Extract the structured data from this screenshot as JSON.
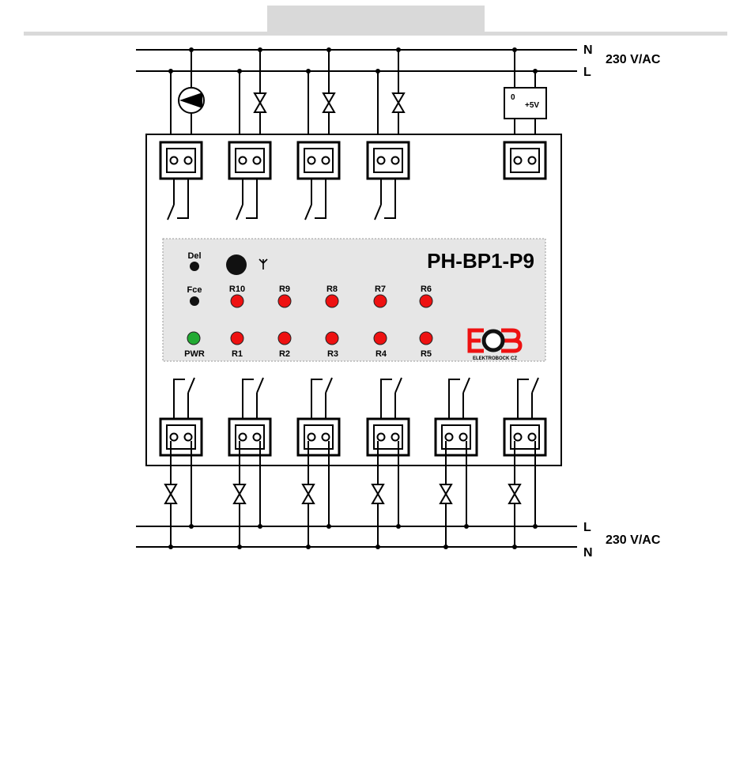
{
  "header": {
    "tab_label": ""
  },
  "supply_top": {
    "n_label": "N",
    "l_label": "L",
    "voltage": "230 V/AC"
  },
  "supply_bottom": {
    "l_label": "L",
    "n_label": "N",
    "voltage": "230 V/AC"
  },
  "power_supply": {
    "zero_label": "0",
    "plus_label": "+5V"
  },
  "panel": {
    "model": "PH-BP1-P9",
    "button_del": "Del",
    "button_fce": "Fce",
    "led_top_labels": [
      "R10",
      "R9",
      "R8",
      "R7",
      "R6"
    ],
    "led_bottom_labels": [
      "PWR",
      "R1",
      "R2",
      "R3",
      "R4",
      "R5"
    ],
    "logo_text": "ELEKTROBOCK CZ"
  },
  "colors": {
    "led_red": "#ee1111",
    "led_green": "#22aa33",
    "panel_bg": "#e6e6e6",
    "header_grey": "#d9d9d9"
  },
  "icons": [
    "pump-icon",
    "valve-icon",
    "antenna-icon",
    "relay-switch-icon",
    "terminal-icon"
  ]
}
